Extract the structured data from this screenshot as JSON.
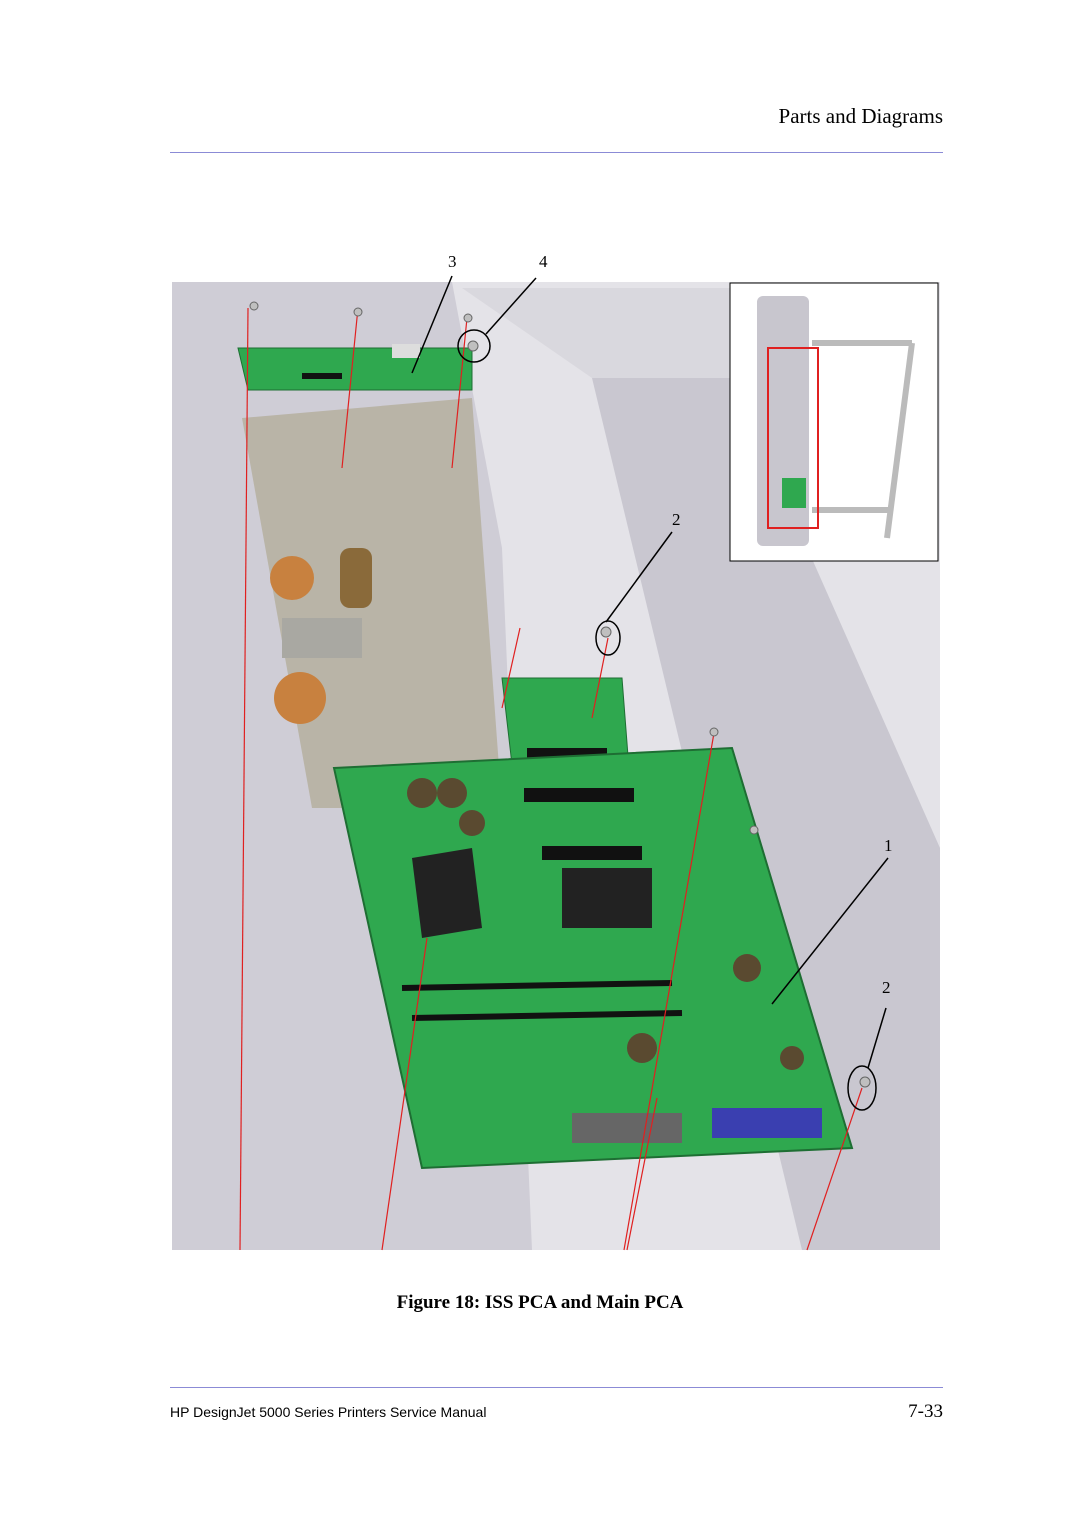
{
  "header": {
    "section": "Parts and Diagrams"
  },
  "figure": {
    "caption": "Figure 18: ISS PCA and Main PCA",
    "callouts": {
      "c3": "3",
      "c4": "4",
      "c2_upper": "2",
      "c1": "1",
      "c2_lower": "2"
    },
    "colors": {
      "pcb_green": "#2fa84f",
      "chassis_gray": "#d8d6de",
      "leader_red": "#e02020",
      "callout_circle": "#000000"
    }
  },
  "footer": {
    "manual_title": "HP DesignJet 5000 Series Printers Service Manual",
    "page_number": "7-33"
  }
}
